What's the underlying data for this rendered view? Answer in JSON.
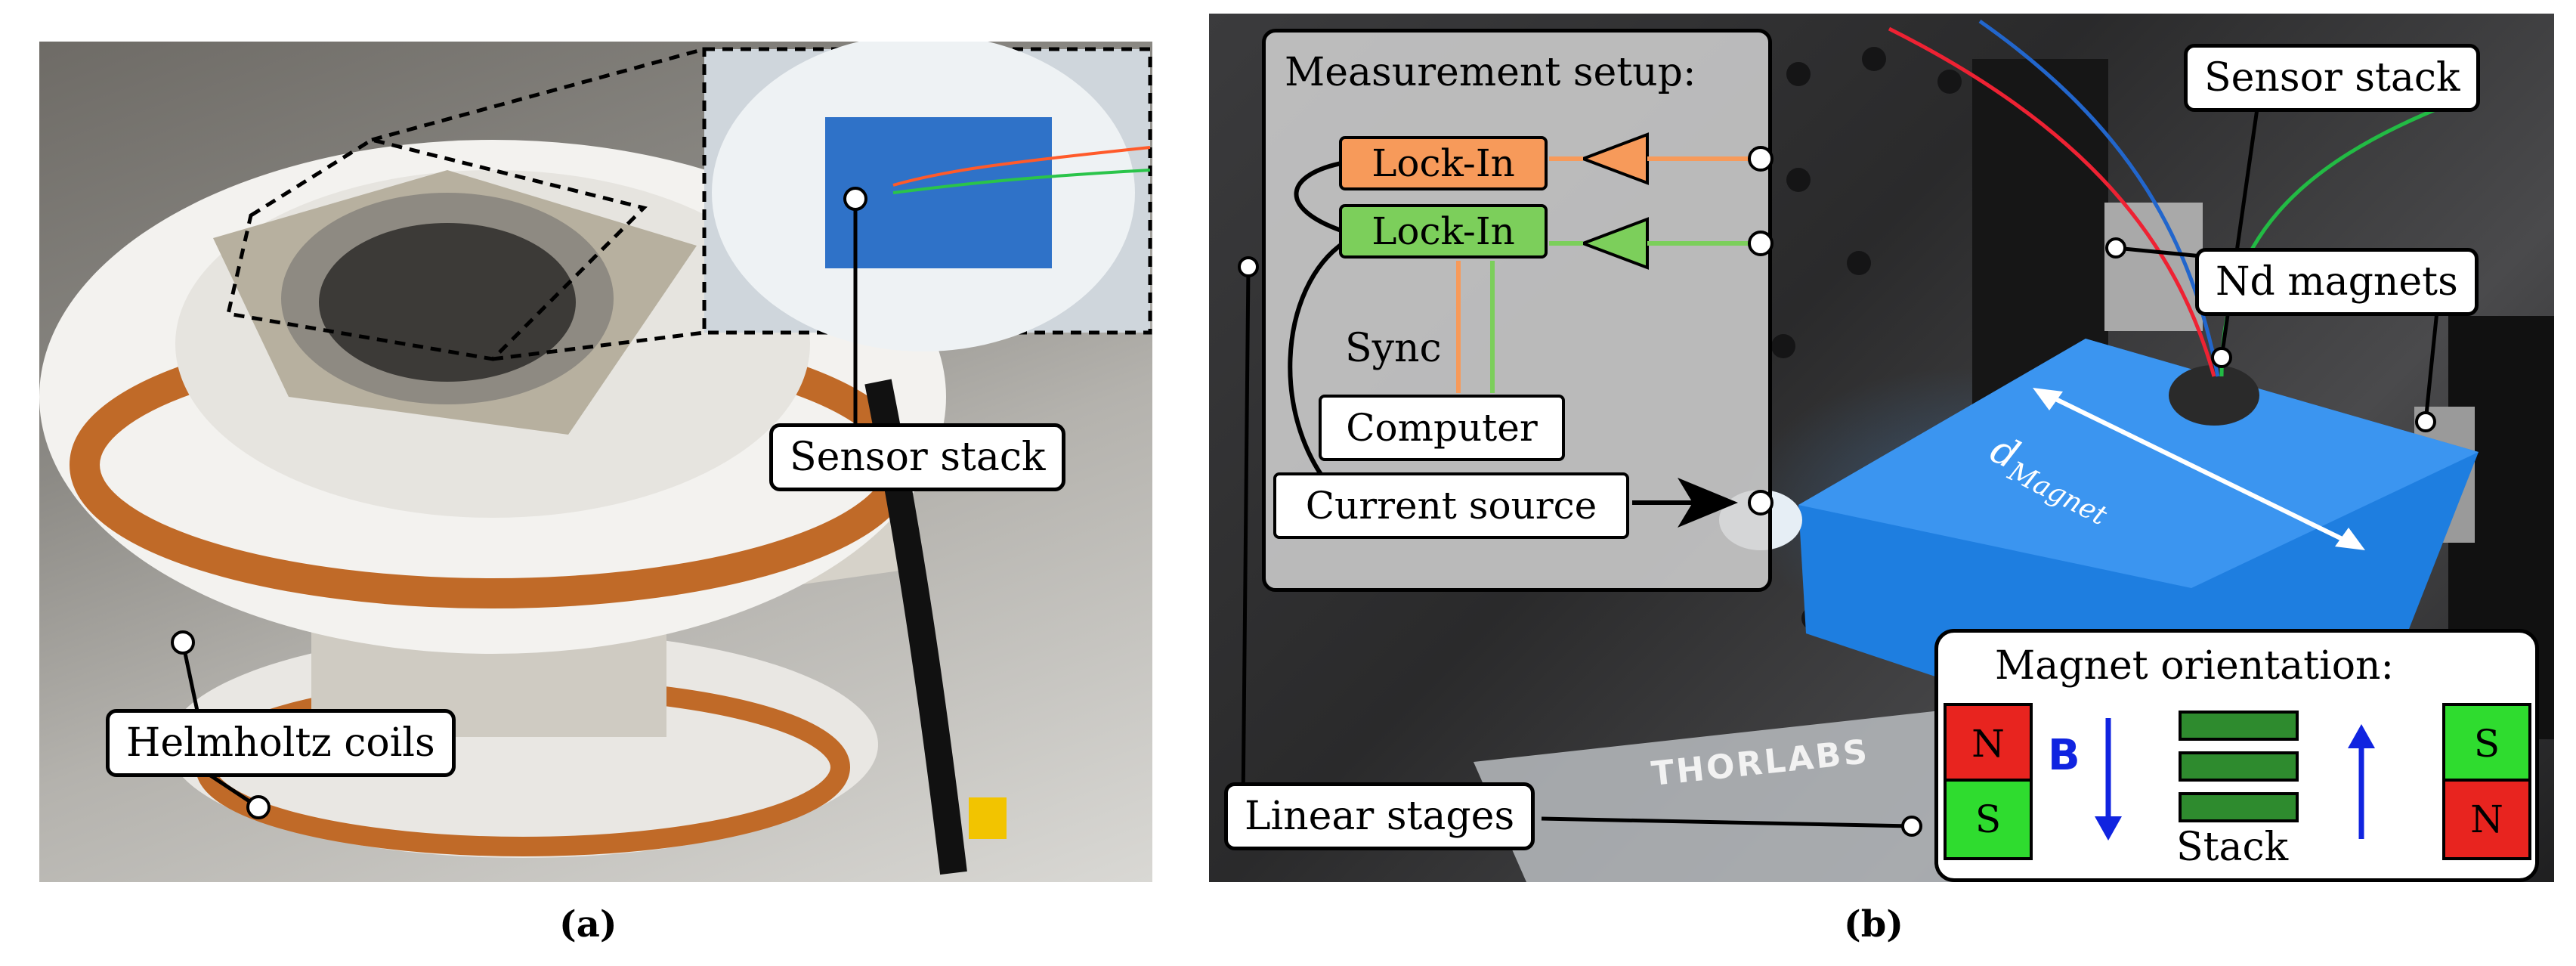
{
  "panels": {
    "a": {
      "letter": "(a)",
      "labels": {
        "sensor_stack": "Sensor stack",
        "helmholtz_coils": "Helmholtz coils"
      }
    },
    "b": {
      "letter": "(b)",
      "setup": {
        "title": "Measurement setup:",
        "lockin_1": "Lock-In",
        "lockin_2": "Lock-In",
        "sync": "Sync",
        "computer": "Computer",
        "current_source": "Current source"
      },
      "labels": {
        "sensor_stack": "Sensor stack",
        "nd_magnets": "Nd magnets",
        "linear_stages": "Linear stages",
        "distance": "d",
        "distance_sub": "Magnet",
        "thorlabs": "THORLABS"
      },
      "orientation": {
        "title": "Magnet orientation:",
        "left_top": "N",
        "left_bottom": "S",
        "field": "B",
        "stack": "Stack",
        "right_top": "S",
        "right_bottom": "N"
      }
    }
  },
  "colors": {
    "lockin_orange": "#f79a5a",
    "lockin_green": "#7ccf5b",
    "magnet_red": "#e8241f",
    "magnet_green": "#2fdc2f",
    "stack_green": "#2e8b2e",
    "field_blue": "#1024e0",
    "stage_blue": "#1e7ee0",
    "coil_copper": "#c06a28"
  }
}
